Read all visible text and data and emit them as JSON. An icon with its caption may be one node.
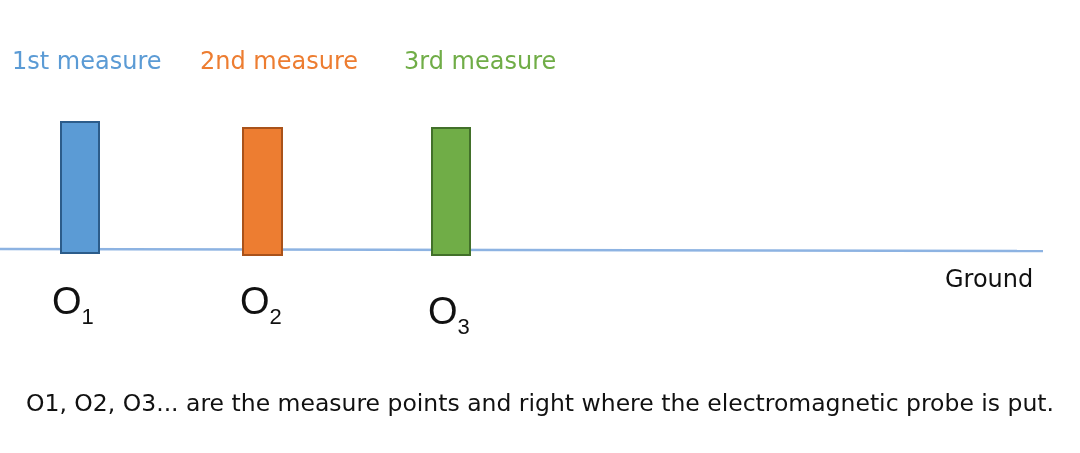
{
  "diagram": {
    "caption": "O1, O2, O3... are the measure points and right where the electromagnetic probe is put.",
    "nodes": [
      {
        "text": [
          "1st measure"
        ],
        "beside": [
          "O$_{1}$"
        ]
      },
      {
        "text": [
          "2nd measure"
        ],
        "beside": [
          "O$_{2}$"
        ]
      },
      {
        "text": [
          "3rd measure"
        ],
        "beside": [
          "O$_{3}$"
        ]
      }
    ],
    "labels": [
      "Ground"
    ]
  }
}
